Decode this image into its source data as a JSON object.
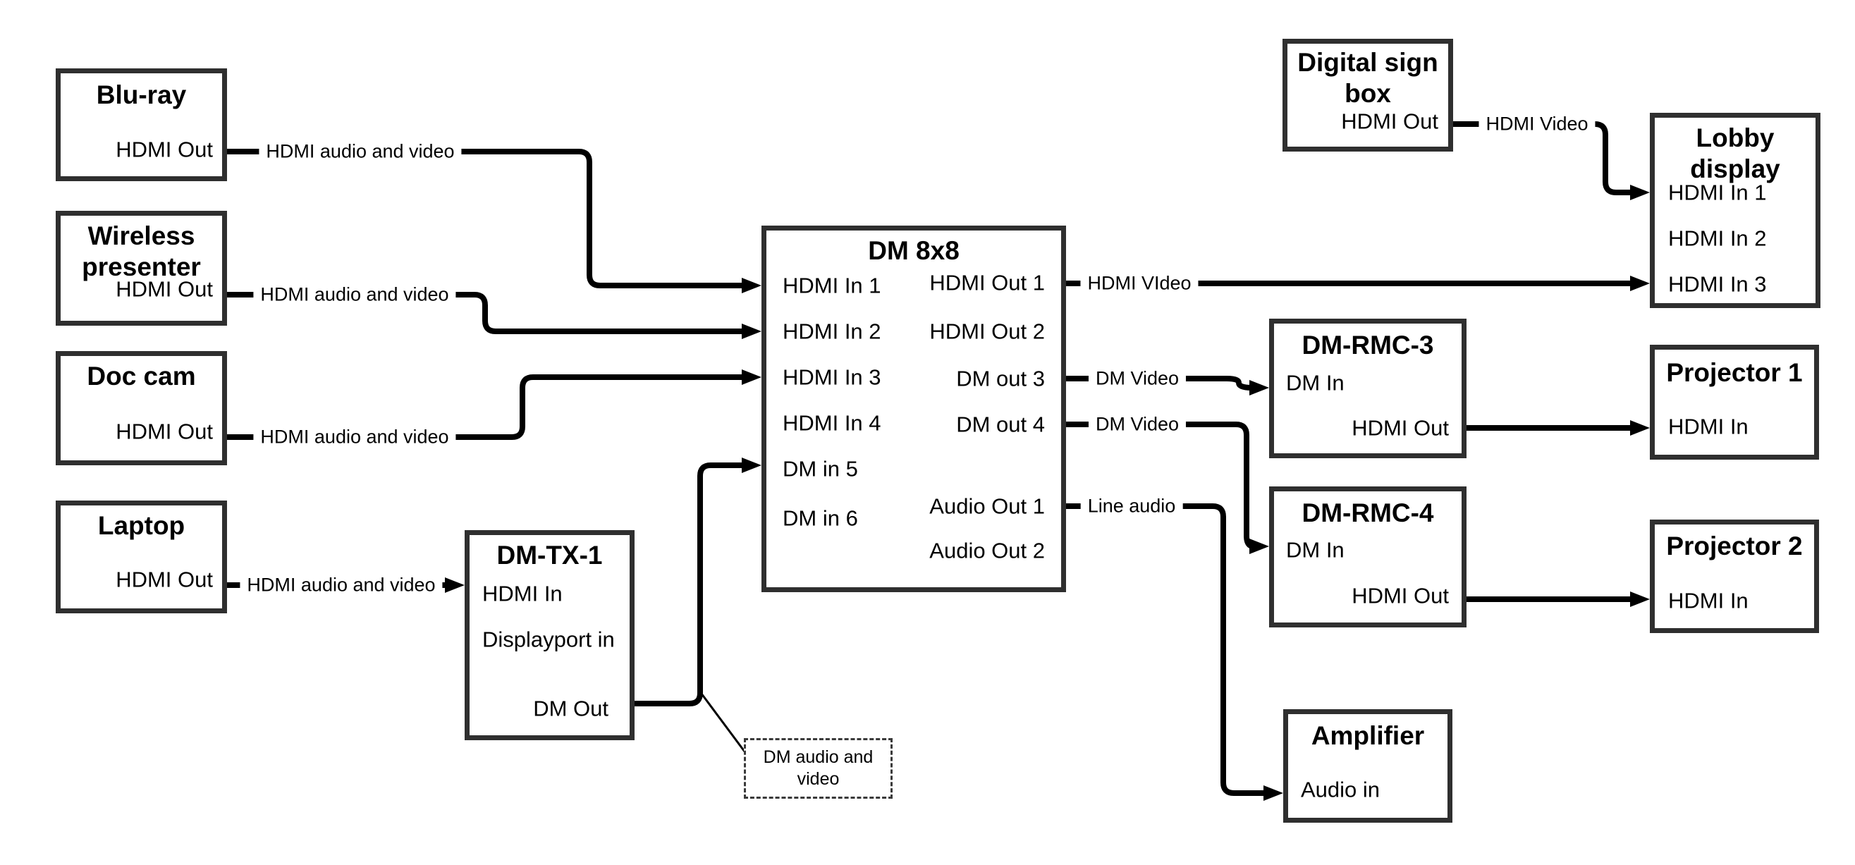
{
  "diagram": {
    "nodes": {
      "bluray": {
        "title": "Blu-ray",
        "ports": {
          "out": "HDMI Out"
        }
      },
      "wireless": {
        "title": "Wireless presenter",
        "ports": {
          "out": "HDMI Out"
        }
      },
      "doccam": {
        "title": "Doc cam",
        "ports": {
          "out": "HDMI Out"
        }
      },
      "laptop": {
        "title": "Laptop",
        "ports": {
          "out": "HDMI Out"
        }
      },
      "dmtx1": {
        "title": "DM-TX-1",
        "ports": {
          "hdmi_in": "HDMI In",
          "dp_in": "Displayport in",
          "dm_out": "DM Out"
        }
      },
      "dm8x8": {
        "title": "DM 8x8",
        "ports": {
          "in1": "HDMI In 1",
          "in2": "HDMI In 2",
          "in3": "HDMI In 3",
          "in4": "HDMI In 4",
          "in5": "DM in 5",
          "in6": "DM in 6",
          "out1": "HDMI Out 1",
          "out2": "HDMI Out 2",
          "out3": "DM out 3",
          "out4": "DM out 4",
          "aout1": "Audio Out 1",
          "aout2": "Audio Out 2"
        }
      },
      "digital_sign": {
        "title": "Digital sign box",
        "ports": {
          "out": "HDMI Out"
        }
      },
      "lobby": {
        "title": "Lobby display",
        "ports": {
          "in1": "HDMI In 1",
          "in2": "HDMI In 2",
          "in3": "HDMI In 3"
        }
      },
      "dmrmc3": {
        "title": "DM-RMC-3",
        "ports": {
          "dm_in": "DM In",
          "hdmi_out": "HDMI Out"
        }
      },
      "proj1": {
        "title": "Projector 1",
        "ports": {
          "in": "HDMI In"
        }
      },
      "dmrmc4": {
        "title": "DM-RMC-4",
        "ports": {
          "dm_in": "DM In",
          "hdmi_out": "HDMI Out"
        }
      },
      "proj2": {
        "title": "Projector 2",
        "ports": {
          "in": "HDMI In"
        }
      },
      "amplifier": {
        "title": "Amplifier",
        "ports": {
          "audio_in": "Audio in"
        }
      }
    },
    "wire_labels": {
      "bluray_to_dm": "HDMI audio and video",
      "wireless_to_dm": "HDMI audio and video",
      "doccam_to_dm": "HDMI audio and video",
      "laptop_to_tx": "HDMI audio and video",
      "out1_to_lobby": "HDMI VIdeo",
      "out3_to_rmc3": "DM Video",
      "out4_to_rmc4": "DM Video",
      "aout1_to_amp": "Line audio",
      "sign_to_lobby": "HDMI Video"
    },
    "note": "DM audio and video",
    "colors": {
      "line": "#000000",
      "box_border": "#2f2f2f",
      "background": "#ffffff",
      "text": "#000000"
    }
  }
}
